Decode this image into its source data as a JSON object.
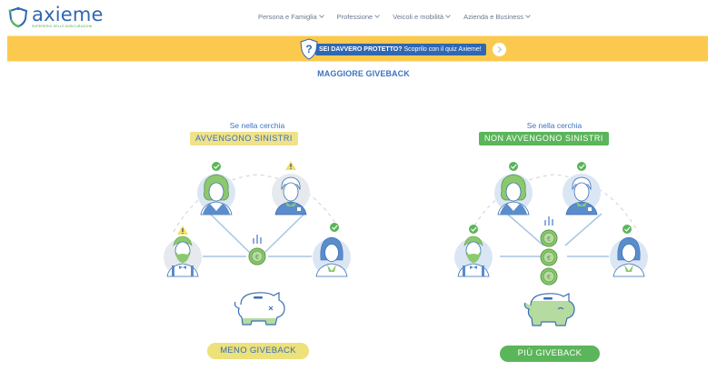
{
  "header": {
    "logo": {
      "name": "axieme",
      "tagline": "SUPEREROI DELLE ASSICURAZIONI",
      "icon": "shield-logo-icon"
    },
    "nav": [
      {
        "label": "Persona e Famiglia",
        "icon": "chevron-down-icon"
      },
      {
        "label": "Professione",
        "icon": "chevron-down-icon"
      },
      {
        "label": "Veicoli e mobilità",
        "icon": "chevron-down-icon"
      },
      {
        "label": "Azienda e Business",
        "icon": "chevron-down-icon"
      }
    ]
  },
  "banner": {
    "icon": "shield-question-icon",
    "bold_text": "SEI DAVVERO PROTETTO?",
    "text": " Scoprilo con il quiz Axieme!",
    "arrow_icon": "chevron-right-icon",
    "background": "#fcc94f"
  },
  "section": {
    "title": "MAGGIORE GIVEBACK"
  },
  "panels": [
    {
      "condition_label": "Se nella cerchia",
      "condition_tag": "AVVENGONO SINISTRI",
      "tag_color": "#f0e28a",
      "members": [
        {
          "position": "top-left",
          "status": "ok",
          "status_icon": "check-icon"
        },
        {
          "position": "top-right",
          "status": "claim",
          "status_icon": "warning-icon"
        },
        {
          "position": "left",
          "status": "claim",
          "status_icon": "warning-icon"
        },
        {
          "position": "right",
          "status": "ok",
          "status_icon": "check-icon"
        }
      ],
      "coins": 1,
      "piggy_state": "nearly-empty",
      "result": "MENO GIVEBACK",
      "result_color": "#ece17a"
    },
    {
      "condition_label": "Se nella cerchia",
      "condition_tag": "NON AVVENGONO SINISTRI",
      "tag_color": "#5bb55a",
      "members": [
        {
          "position": "top-left",
          "status": "ok",
          "status_icon": "check-icon"
        },
        {
          "position": "top-right",
          "status": "ok",
          "status_icon": "check-icon"
        },
        {
          "position": "left",
          "status": "ok",
          "status_icon": "check-icon"
        },
        {
          "position": "right",
          "status": "ok",
          "status_icon": "check-icon"
        }
      ],
      "coins": 3,
      "piggy_state": "full",
      "result": "PIÙ GIVEBACK",
      "result_color": "#5bb55a"
    }
  ]
}
